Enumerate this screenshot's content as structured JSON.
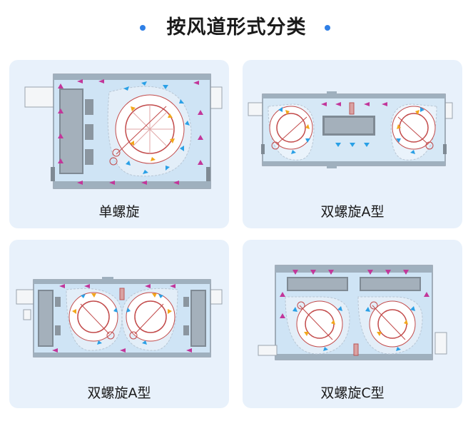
{
  "page": {
    "title": "按风道形式分类"
  },
  "cards": [
    {
      "label": "单螺旋"
    },
    {
      "label": "双螺旋A型"
    },
    {
      "label": "双螺旋A型"
    },
    {
      "label": "双螺旋C型"
    }
  ]
}
